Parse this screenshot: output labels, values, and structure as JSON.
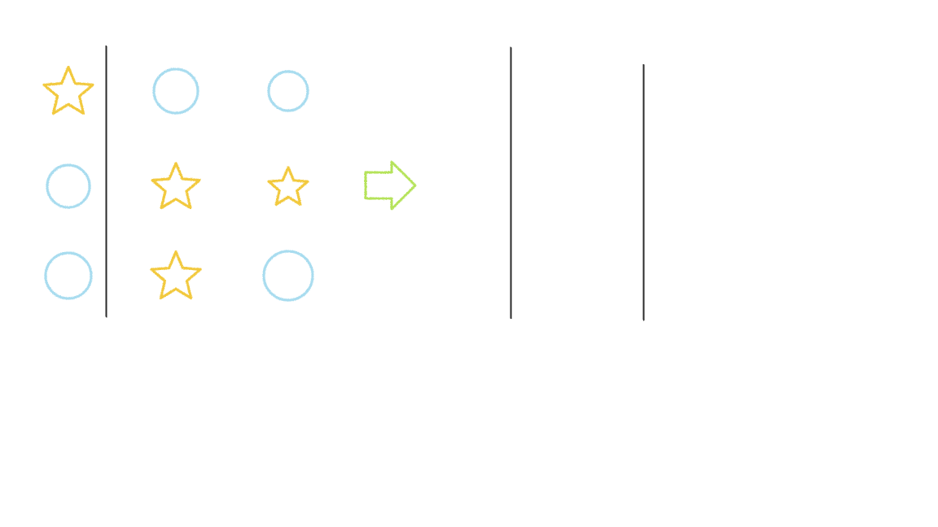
{
  "colors": {
    "background": "#ffffff",
    "grid": "#2b2b2b",
    "star": "#f2c93c",
    "circle": "#a8dcef",
    "arrow": "#b5e35a"
  },
  "puzzle": {
    "source_grid": {
      "rows": 3,
      "cols": 3,
      "cells": [
        [
          "star-icon",
          "circle-icon",
          "circle-icon"
        ],
        [
          "circle-icon",
          "star-icon",
          "star-icon"
        ],
        [
          "circle-icon",
          "star-icon",
          "circle-icon"
        ]
      ]
    },
    "transition": {
      "icon": "right-arrow-icon"
    },
    "target_grid": {
      "rows": 3,
      "cols": 3,
      "cells": [
        [
          "",
          "",
          ""
        ],
        [
          "",
          "",
          ""
        ],
        [
          "",
          "",
          ""
        ]
      ]
    }
  }
}
